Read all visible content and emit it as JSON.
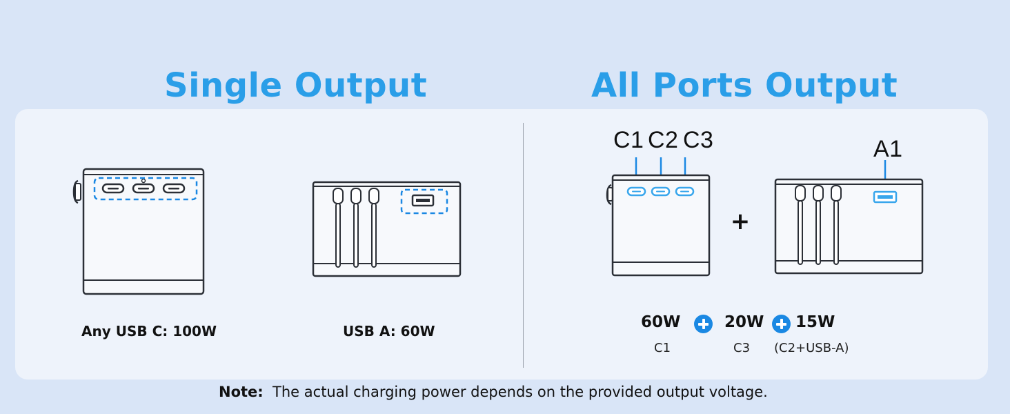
{
  "titles": {
    "single_output": "Single Output",
    "all_ports_output": "All Ports Output"
  },
  "single_output": {
    "usb_c_caption": "Any USB C: 100W",
    "usb_a_caption": "USB A: 60W"
  },
  "all_ports_output": {
    "port_labels": {
      "c1": "C1",
      "c2": "C2",
      "c3": "C3",
      "a1": "A1"
    },
    "plus_sign": "+",
    "power_split": [
      {
        "watts": "60W",
        "ports": "C1"
      },
      {
        "watts": "20W",
        "ports": "C3"
      },
      {
        "watts": "15W",
        "ports": "(C2+USB-A)"
      }
    ]
  },
  "note": {
    "label": "Note:",
    "text": "The actual charging power depends on the provided output voltage."
  },
  "colors": {
    "page_background": "#d9e5f7",
    "panel_background": "#eef3fb",
    "title_blue": "#2a9ee8",
    "highlight_blue": "#1a88e3",
    "port_blue": "#38a6ec"
  }
}
